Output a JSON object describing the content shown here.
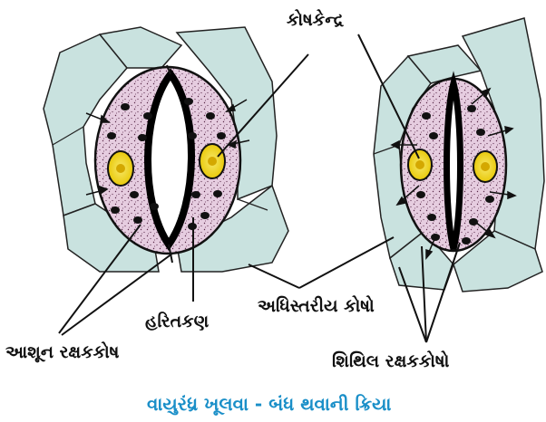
{
  "labels": {
    "nucleus": "કોષકેન્દ્ર",
    "chloroplast": "હરિતકણ",
    "epidermal_cells": "અધિસ્તરીય કોષો",
    "turgid_guard_cells": "આશૂન રક્ષકકોષ",
    "flaccid_guard_cells": "શિથિલ રક્ષકકોષો"
  },
  "caption": "વાયુરંધ્ર ખૂલવા - બંધ થવાની ક્રિયા",
  "colors": {
    "epidermis_fill": "#c9e2df",
    "guard_cell_fill": "#e6cde0",
    "nucleus_fill": "#f0dc22",
    "caption_color": "#1a8fc8"
  }
}
